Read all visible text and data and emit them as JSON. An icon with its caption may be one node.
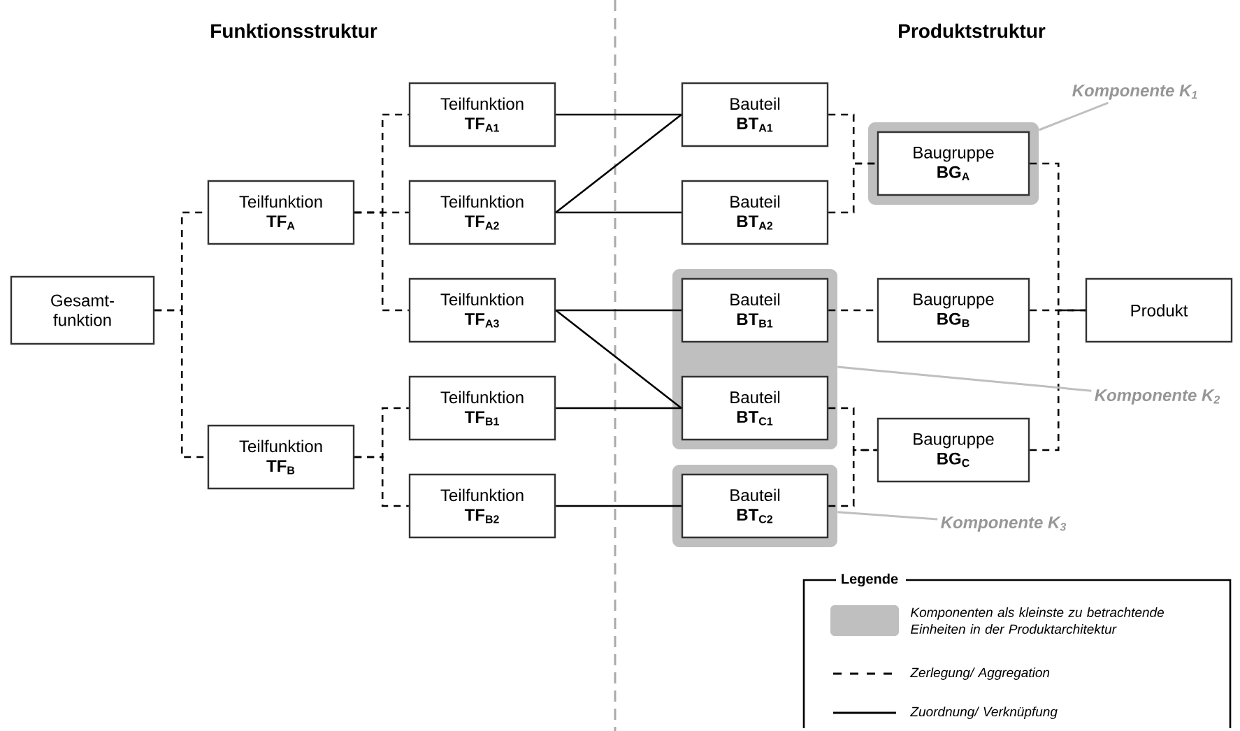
{
  "diagram": {
    "nodes": [
      {
        "text": [
          "Gesamt- funktion"
        ]
      },
      {
        "text": [
          "Teilfunktion",
          "TF$_{A}$"
        ]
      },
      {
        "text": [
          "Teilfunktion",
          "TF$_{B}$"
        ]
      },
      {
        "text": [
          "Teilfunktion",
          "TF$_{A1}$"
        ]
      },
      {
        "text": [
          "Teilfunktion",
          "TF$_{A2}$"
        ]
      },
      {
        "text": [
          "Teilfunktion",
          "TF$_{A3}$"
        ]
      },
      {
        "text": [
          "Teilfunktion",
          "TF$_{B1}$"
        ]
      },
      {
        "text": [
          "Teilfunktion",
          "TF$_{B2}$"
        ]
      },
      {
        "text": [],
        "shape": "box"
      },
      {
        "text": [],
        "shape": "box"
      },
      {
        "text": [
          "Bauteil",
          "BT$_{A1}$"
        ]
      },
      {
        "text": [
          "Bauteil",
          "BT$_{A2}$"
        ]
      },
      {
        "text": [
          "Bauteil",
          "BT$_{B1}$"
        ],
        "in": 8
      },
      {
        "text": [
          "Bauteil",
          "BT$_{C1}$"
        ],
        "in": 8
      },
      {
        "text": [
          "Bauteil",
          "BT$_{C2}$"
        ],
        "in": 9
      },
      {
        "text": [],
        "shape": "box"
      },
      {
        "text": [
          "Baugruppe",
          "BG$_{A}$"
        ],
        "in": 15
      },
      {
        "text": [
          "Baugruppe",
          "BG$_{B}$"
        ]
      },
      {
        "text": [
          "Baugruppe",
          "BG$_{C}$"
        ]
      },
      {
        "text": [
          "Produkt"
        ]
      },
      {
        "text": [
          "Komponente K$_{1}$"
        ]
      },
      {
        "text": [
          "Komponente K$_{2}$"
        ]
      },
      {
        "text": [
          "Komponente K$_{3}$"
        ]
      }
    ],
    "edges": [
      {
        "from": 0,
        "to": 1,
        "arrow": "none",
        "style": "dashed"
      },
      {
        "from": 0,
        "to": 2,
        "arrow": "none",
        "style": "dashed"
      },
      {
        "from": 1,
        "to": 3,
        "arrow": "none",
        "style": "dashed"
      },
      {
        "from": 1,
        "to": 4,
        "arrow": "none",
        "style": "dashed"
      },
      {
        "from": 1,
        "to": 5,
        "arrow": "none",
        "style": "dashed"
      },
      {
        "from": 2,
        "to": 6,
        "arrow": "none",
        "style": "dashed"
      },
      {
        "from": 2,
        "to": 7,
        "arrow": "none",
        "style": "dashed"
      },
      {
        "from": 3,
        "to": 10,
        "arrow": "none"
      },
      {
        "from": 4,
        "to": 10,
        "arrow": "none"
      },
      {
        "from": 4,
        "to": 11,
        "arrow": "none"
      },
      {
        "from": 5,
        "to": 12,
        "arrow": "none"
      },
      {
        "from": 5,
        "to": 13,
        "arrow": "none"
      },
      {
        "from": 6,
        "to": 13,
        "arrow": "none"
      },
      {
        "from": 7,
        "to": 14,
        "arrow": "none"
      },
      {
        "from": 10,
        "to": 16,
        "arrow": "none",
        "style": "dashed"
      },
      {
        "from": 11,
        "to": 16,
        "arrow": "none",
        "style": "dashed"
      },
      {
        "from": 12,
        "to": 17,
        "arrow": "none",
        "style": "dashed"
      },
      {
        "from": 13,
        "to": 18,
        "arrow": "none",
        "style": "dashed"
      },
      {
        "from": 14,
        "to": 18,
        "arrow": "none",
        "style": "dashed"
      },
      {
        "from": 16,
        "to": 19,
        "arrow": "none",
        "style": "dashed"
      },
      {
        "from": 17,
        "to": 19,
        "arrow": "none",
        "style": "dashed"
      },
      {
        "from": 18,
        "to": 19,
        "arrow": "none",
        "style": "dashed"
      },
      {
        "from": 20,
        "to": 15,
        "arrow": "none",
        "color": "#bfbfbf"
      },
      {
        "from": 21,
        "to": 8,
        "arrow": "none",
        "color": "#bfbfbf"
      },
      {
        "from": 22,
        "to": 9,
        "arrow": "none",
        "color": "#bfbfbf"
      }
    ],
    "labels": [
      "Funktionsstruktur",
      "Produktstruktur",
      "Legende"
    ],
    "legend": [
      {
        "text": "Komponenten als kleinste zu betrachtende Einheiten in der Produktarchitektur",
        "color": "#bfbfbf"
      },
      {
        "text": "Zerlegung/ Aggregation"
      },
      {
        "text": "Zuordnung/ Verknüpfung"
      }
    ]
  }
}
